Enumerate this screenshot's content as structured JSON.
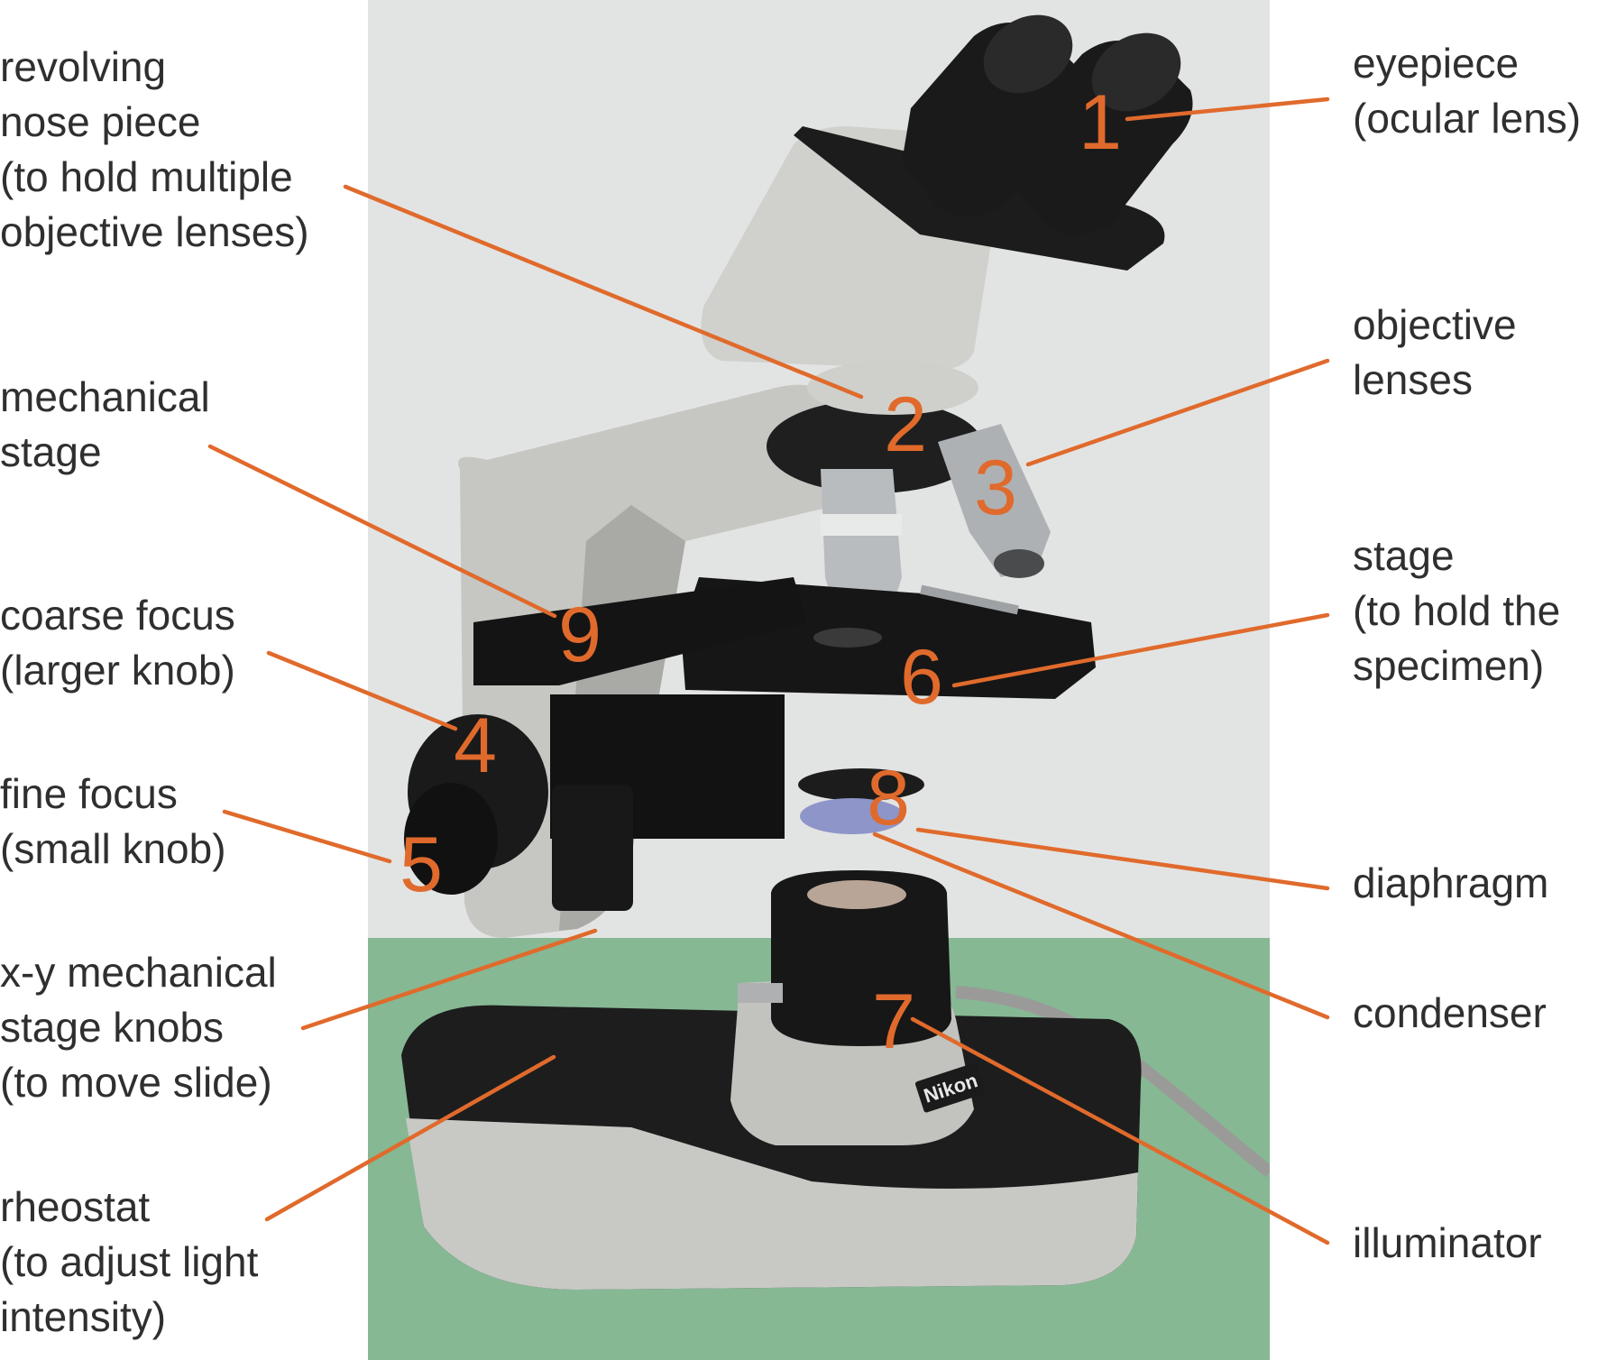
{
  "labels": {
    "revolving_nose_piece": [
      "revolving",
      "nose piece",
      "(to hold multiple",
      "objective lenses)"
    ],
    "mechanical_stage": [
      "mechanical",
      "stage"
    ],
    "coarse_focus": [
      "coarse focus",
      "(larger knob)"
    ],
    "fine_focus": [
      "fine focus",
      "(small knob)"
    ],
    "xy_knobs": [
      "x-y mechanical",
      "stage knobs",
      "(to move slide)"
    ],
    "rheostat": [
      "rheostat",
      "(to adjust light",
      "intensity)"
    ],
    "eyepiece": [
      "eyepiece",
      "(ocular lens)"
    ],
    "objective_lenses": [
      "objective",
      "lenses"
    ],
    "stage": [
      "stage",
      "(to hold the",
      "specimen)"
    ],
    "diaphragm": [
      "diaphragm"
    ],
    "condenser": [
      "condenser"
    ],
    "illuminator": [
      "illuminator"
    ]
  },
  "numbers": [
    "1",
    "2",
    "3",
    "4",
    "5",
    "6",
    "7",
    "8",
    "9"
  ],
  "brand": "Nikon",
  "colors": {
    "leader": "#e06a2c",
    "number": "#e06a2c",
    "text": "#2f2f2f",
    "wall": "#e2e4e3",
    "table": "#86b894",
    "body": "#c9cac6",
    "black": "#1c1c1c"
  }
}
